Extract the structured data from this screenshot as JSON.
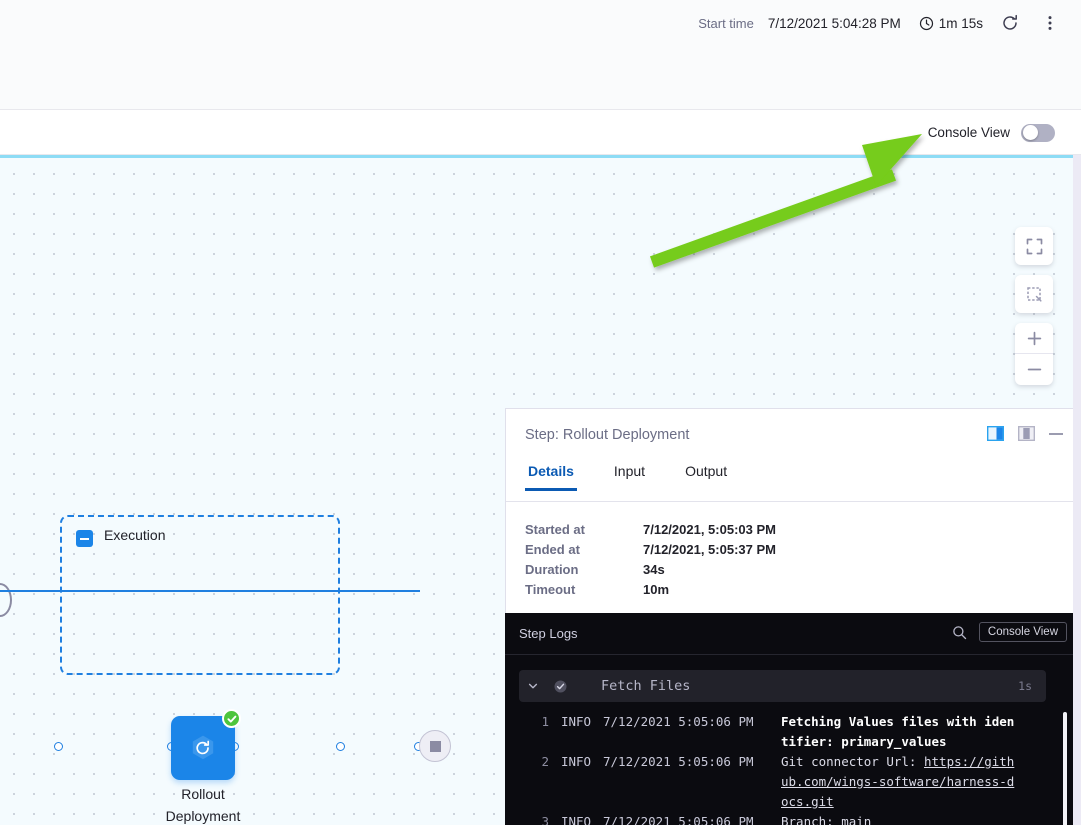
{
  "topbar": {
    "start_time_label": "Start time",
    "start_time_value": "7/12/2021 5:04:28 PM",
    "duration_value": "1m 15s",
    "clock_icon": "clock-icon",
    "refresh_icon": "refresh-icon",
    "more_icon": "more-vertical-icon"
  },
  "console_bar": {
    "label": "Console View",
    "toggle_state": "off"
  },
  "canvas": {
    "grid": "dotted",
    "background_color": "#f4fbfe",
    "accent_top_border": "#8ddcf5",
    "controls": [
      {
        "name": "fit-to-screen-button",
        "icon": "expand-icon"
      },
      {
        "name": "select-region-button",
        "icon": "crop-select-icon"
      },
      {
        "name": "zoom-in-button",
        "icon": "plus-icon"
      },
      {
        "name": "zoom-out-button",
        "icon": "minus-icon"
      }
    ]
  },
  "graph": {
    "group_label": "Execution",
    "group_collapse_icon": "minus-box-icon",
    "step": {
      "label_line1": "Rollout",
      "label_line2": "Deployment",
      "icon": "rollout-deployment-icon",
      "status": "success",
      "status_icon": "check-circle-icon",
      "color": "#1b85e8"
    },
    "end_node_icon": "stop-square-icon"
  },
  "detail_panel": {
    "title": "Step: Rollout Deployment",
    "layout_icons": [
      {
        "name": "panel-right-layout-button",
        "state": "active"
      },
      {
        "name": "panel-bottom-layout-button",
        "state": "inactive"
      }
    ],
    "minimize_icon": "minimize-icon",
    "tabs": [
      {
        "label": "Details",
        "active": true
      },
      {
        "label": "Input",
        "active": false
      },
      {
        "label": "Output",
        "active": false
      }
    ],
    "fields": [
      {
        "key": "Started at",
        "value": "7/12/2021, 5:05:03 PM"
      },
      {
        "key": "Ended at",
        "value": "7/12/2021, 5:05:37 PM"
      },
      {
        "key": "Duration",
        "value": "34s"
      },
      {
        "key": "Timeout",
        "value": "10m"
      }
    ]
  },
  "logs": {
    "title": "Step Logs",
    "search_icon": "search-icon",
    "console_view_button": "Console View",
    "section": {
      "name": "Fetch Files",
      "duration": "1s",
      "status_icon": "check-circle-icon",
      "chevron_icon": "chevron-down-icon",
      "expanded": true
    },
    "lines": [
      {
        "no": "1",
        "level": "INFO",
        "time": "7/12/2021 5:05:06 PM",
        "message": "Fetching Values files with identifier: primary_values",
        "bold": true,
        "link": ""
      },
      {
        "no": "2",
        "level": "INFO",
        "time": "7/12/2021 5:05:06 PM",
        "message": "Git connector Url: ",
        "bold": false,
        "link": "https://github.com/wings-software/harness-docs.git"
      },
      {
        "no": "3",
        "level": "INFO",
        "time": "7/12/2021 5:05:06 PM",
        "message": "Branch: main",
        "bold": false,
        "link": ""
      }
    ]
  },
  "annotation": {
    "type": "arrow",
    "color": "#76cc1a",
    "points_to": "console-view-toggle"
  }
}
